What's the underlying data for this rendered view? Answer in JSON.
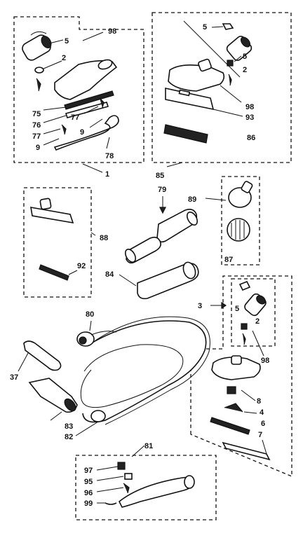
{
  "callouts": {
    "c98a": "98",
    "c5a": "5",
    "c2a": "2",
    "c75": "75",
    "c76": "76",
    "c77a": "77",
    "c77b": "77",
    "c9a": "9",
    "c9b": "9",
    "c78": "78",
    "c1": "1",
    "c5b": "5",
    "c5c": "5",
    "c2b": "2",
    "c98b": "98",
    "c93": "93",
    "c86": "86",
    "c85": "85",
    "c79": "79",
    "c89": "89",
    "c87": "87",
    "c88": "88",
    "c92": "92",
    "c84": "84",
    "c80": "80",
    "c3": "3",
    "c5d": "5",
    "c2c": "2",
    "c98c": "98",
    "c37": "37",
    "c83": "83",
    "c82": "82",
    "c8": "8",
    "c4": "4",
    "c6": "6",
    "c7": "7",
    "c81": "81",
    "c97": "97",
    "c95": "95",
    "c96": "96",
    "c99": "99"
  }
}
